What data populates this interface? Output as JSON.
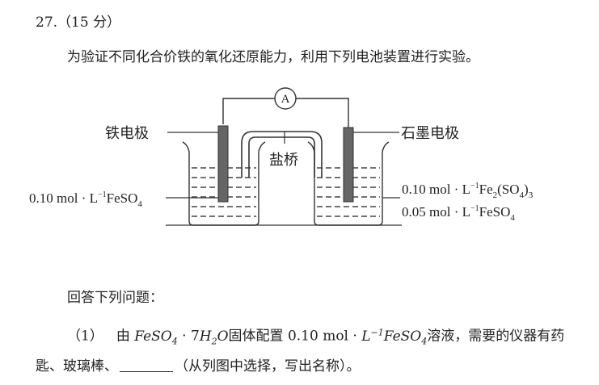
{
  "question": {
    "number": "27.（15 分）",
    "intro": "为验证不同化合价铁的氧化还原能力，利用下列电池装置进行实验。",
    "prompt": "回答下列问题："
  },
  "diagram": {
    "ammeter": "A",
    "iron_electrode": "铁电极",
    "graphite_electrode": "石墨电极",
    "salt_bridge": "盐桥",
    "left_solution": {
      "conc": "0.10 mol · L",
      "exp": "−1",
      "formula": "FeSO",
      "sub": "4"
    },
    "right_solution_1": {
      "conc": "0.10 mol · L",
      "exp": "−1",
      "a": "Fe",
      "a_sub": "2",
      "b": "(SO",
      "b_sub": "4",
      "c": ")",
      "c_sub": "3"
    },
    "right_solution_2": {
      "conc": "0.05 mol · L",
      "exp": "−1",
      "formula": "FeSO",
      "sub": "4"
    }
  },
  "sub_question_1": {
    "label": "（1）",
    "text_a": "由",
    "formula_a": "FeSO",
    "sub_a": "4",
    "dot": " · 7",
    "formula_b": "H",
    "sub_b": "2",
    "formula_c": "O",
    "text_b": "固体配置 0.10 mol · ",
    "formula_d": "L",
    "sup_d": "−1",
    "formula_e": "FeSO",
    "sub_e": "4",
    "text_c": "溶液，需要的仪器有药",
    "line2_a": "匙、玻璃棒、",
    "line2_b": "（从列图中选择，写出名称）。"
  }
}
